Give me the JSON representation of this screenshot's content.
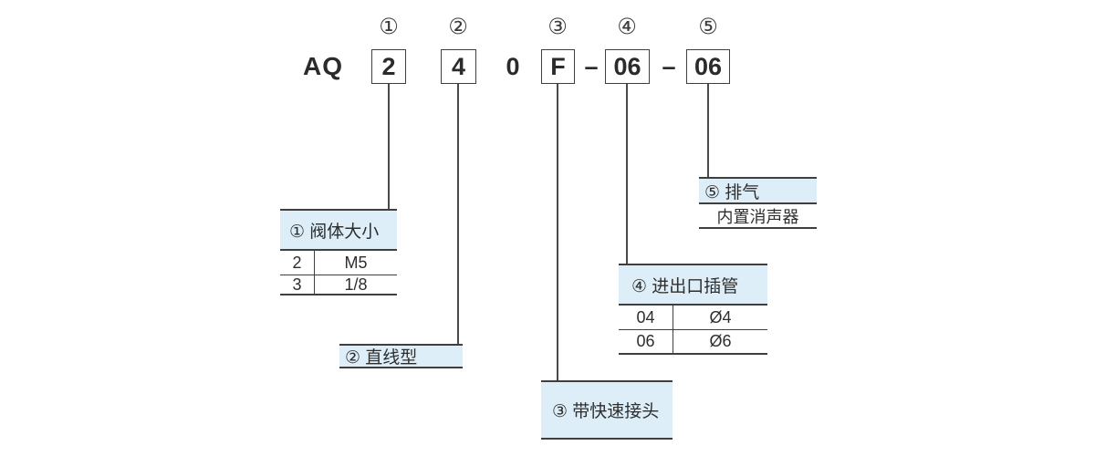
{
  "colors": {
    "band": "#ddeef8",
    "line": "#3f3f3f",
    "text": "#2e2e2e"
  },
  "markers": [
    "①",
    "②",
    "③",
    "④",
    "⑤"
  ],
  "code": {
    "prefix": "AQ",
    "part1": "2",
    "part2": "4",
    "part3": "0",
    "part4": "F",
    "dash1": "–",
    "part5": "06",
    "dash2": "–",
    "part6": "06"
  },
  "legend": {
    "body_size": {
      "header": "① 阀体大小",
      "rows": [
        {
          "code": "2",
          "value": "M5"
        },
        {
          "code": "3",
          "value": "1/8"
        }
      ]
    },
    "straight_type": {
      "label": "② 直线型"
    },
    "quick_fitting": {
      "label": "③ 带快速接头"
    },
    "port_tube": {
      "header": "④ 进出口插管",
      "rows": [
        {
          "code": "04",
          "value": "Ø4"
        },
        {
          "code": "06",
          "value": "Ø6"
        }
      ]
    },
    "exhaust": {
      "header": "⑤ 排气",
      "value": "内置消声器"
    }
  }
}
